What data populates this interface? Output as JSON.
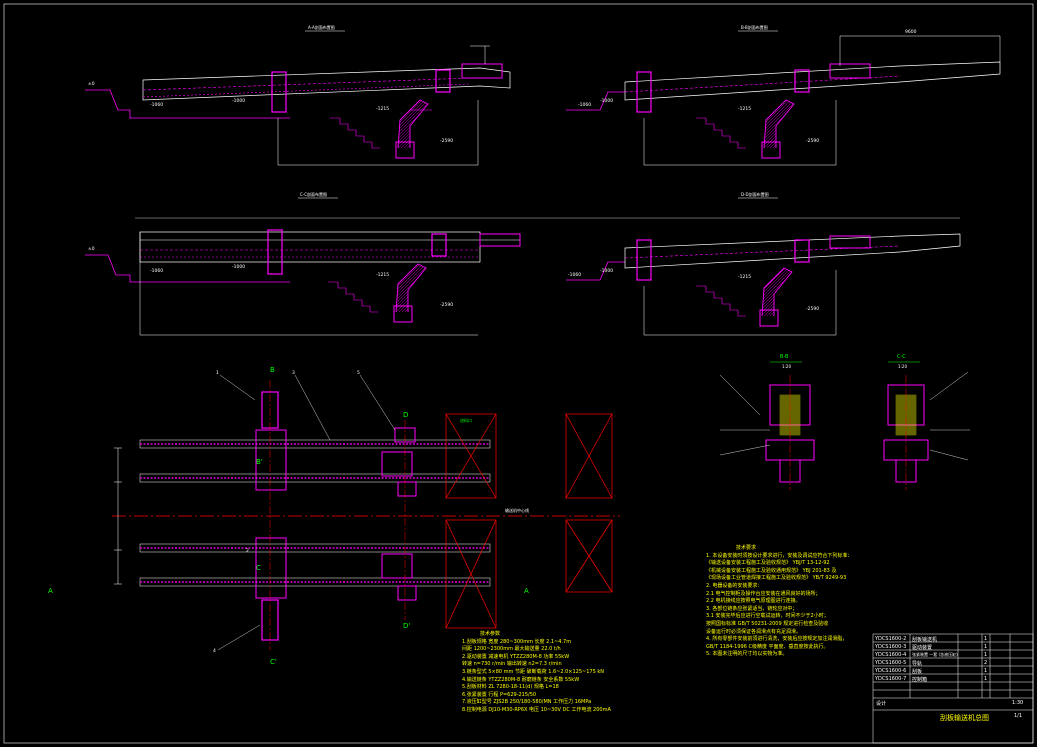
{
  "views": {
    "a_title": "A-A剖面布置图",
    "b_title": "B-B剖面布置图",
    "c_title": "C-C剖面布置图",
    "d_title": "D-D剖面布置图",
    "dim_1060": "-1060",
    "dim_1000": "-1000",
    "dim_1215": "-1215",
    "dim_2590": "-2590",
    "dim_pm0": "±0",
    "dim_top": "9600"
  },
  "plan": {
    "section_bb": "B-B",
    "section_cc": "C-C",
    "scale_bb": "1:20",
    "scale_cc": "1:20",
    "mark_A_left": "A",
    "mark_A_right": "A",
    "mark_B": "B",
    "mark_B_prime": "B'",
    "mark_C": "C",
    "mark_C_prime": "C'",
    "mark_D": "D",
    "mark_D_prime": "D'",
    "callout_1": "1",
    "callout_2": "2",
    "callout_3": "3",
    "callout_4": "4",
    "callout_5": "5",
    "centerline": "输送机中心线",
    "box_label": "进料口"
  },
  "spec": {
    "title": "技术参数",
    "lines": [
      "1.刮板规格 宽度 280~300mm   长度 2.1~4.7m",
      "  间距 1200~2300mm   最大输送量 22.0 t/h",
      "2.驱动装置 减速电机 YTZZ280M-8 功率 55kW",
      "  转速 n=730 r/min   输出转速 n2=7.3 r/min",
      "3.链条型式 5×80 mm 节距 破断载荷 1.6~2.0×125~175 kN",
      "4.输送链条 YTZZ280M-8 耐磨链条   安全系数 55kW",
      "5.刮板材料 ZL 7280-18-11(d)  规格 L=18",
      "6.张紧装置 行程 P=629-215/50",
      "7.液压缸型号 ZJS2B 250/180-580/MN  工作压力 16MPa",
      "8.控制电源 DJ10-M30-RP6X  电压 10~30V DC  工作电流 200mA"
    ]
  },
  "notes": {
    "title": "技术要求",
    "lines": [
      "1. 本设备安装时须按设计要求进行，安装及调试应符合下列标准：",
      "   《输送设备安装工程施工及验收规范》 YBJ/T 13-12-92",
      "   《机械设备安装工程施工及验收通用规范》 YBJ 201-83 及",
      "   《现场设备工业管道焊接工程施工及验收规范》 YB/T 9249-93",
      "2. 电器设备的安装要求：",
      "   2.1 电气控制柜及操作台应安装在通风良好的场所；",
      "   2.2 电机接线应按照电气原理图进行连接。",
      "3. 各部位链条应张紧适当，链轮应对中；",
      "   3.1 安装完毕后应进行空载试运转，时间不少于2小时；",
      "   按照国标标准 GB/T 50231-2009 规定进行检查及验收",
      "   设备运行时必须保证各润滑点有充足润滑。",
      "4. 所有零部件安装前须进行清洗，安装后应按规定加注润滑脂，",
      "   GB/T 1184-1996 C级精度 平面度、垂直度按此执行。",
      "5. 本图未注明的尺寸均以实物为准。"
    ]
  },
  "titleblock": {
    "rows": [
      [
        "YDCS1600-2",
        "刮板输送机",
        "1"
      ],
      [
        "YDCS1600-3",
        "驱动装置",
        "1"
      ],
      [
        "YDCS1600-4",
        "张紧装置 一套 (含液压缸)",
        "1"
      ],
      [
        "YDCS1600-5",
        "导轨",
        "2"
      ],
      [
        "YDCS1600-6",
        "刮板",
        "1"
      ],
      [
        "YDCS1600-7",
        "控制箱",
        "1"
      ]
    ],
    "drawing_title": "刮板输送机总图",
    "company": "设计",
    "sheet": "1/1",
    "scale": "1:30"
  },
  "colors": {
    "background": "#000000",
    "magenta": "#ff00ff",
    "white": "#ffffff",
    "yellow": "#ffff00",
    "green": "#00ff00",
    "red": "#ff0000",
    "cyan": "#00ffff"
  }
}
